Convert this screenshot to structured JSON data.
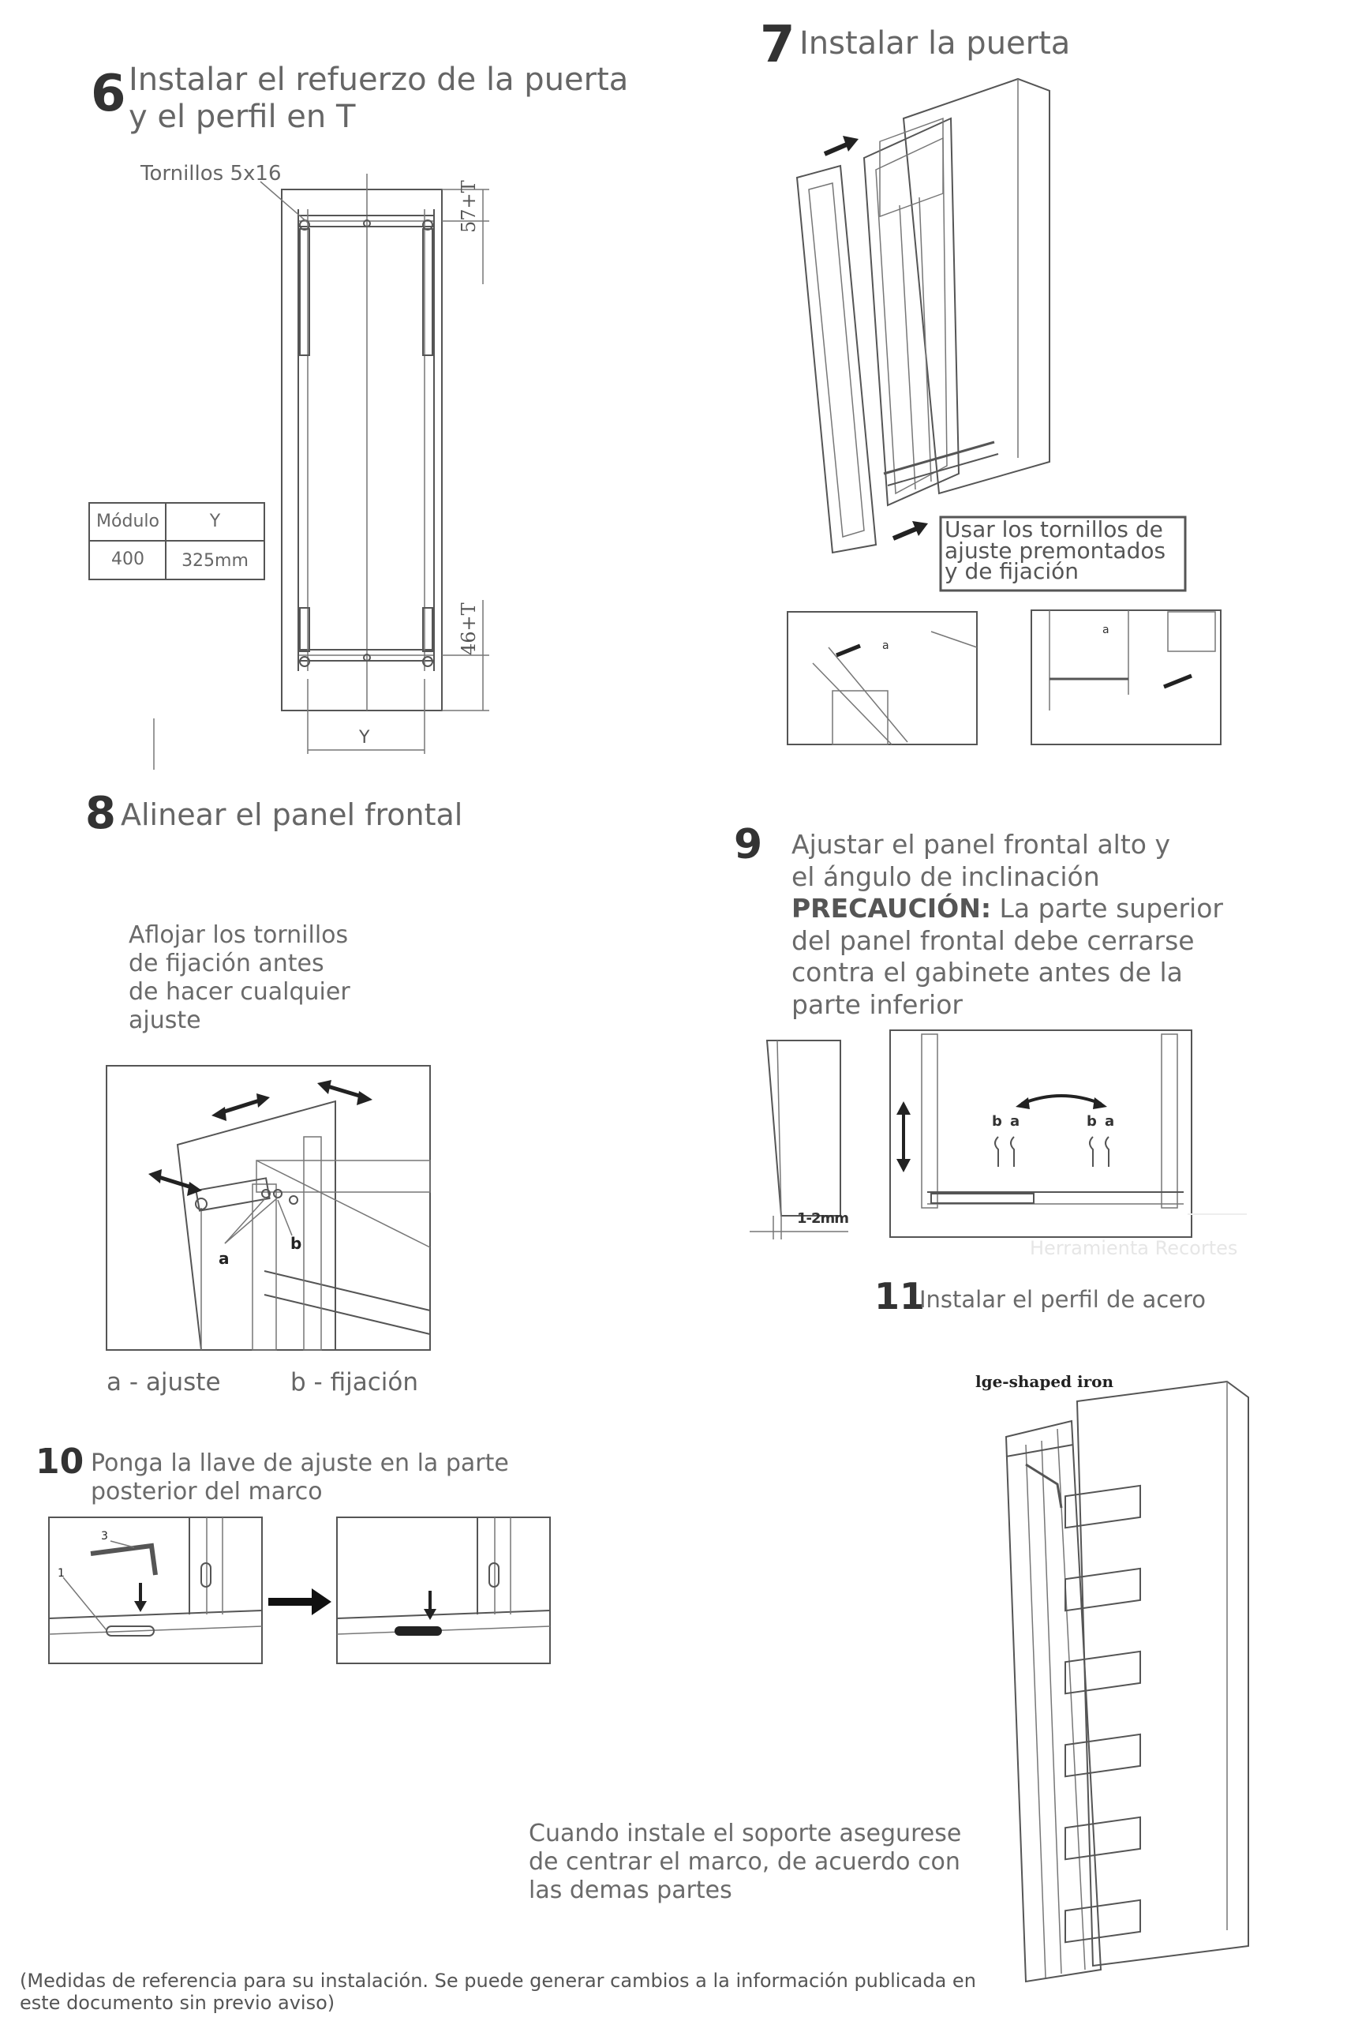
{
  "step6": {
    "number": "6",
    "title_line1": "Instalar el refuerzo de la puerta",
    "title_line2": "y  el perfil en T",
    "screw_label": "Tornillos 5x16",
    "dim_top": "57+T",
    "dim_bottom": "46+T",
    "dim_width": "Y",
    "table": {
      "headers": [
        "Módulo",
        "Y"
      ],
      "rows": [
        [
          "400",
          "325mm"
        ]
      ]
    }
  },
  "step7": {
    "number": "7",
    "title": "Instalar la puerta",
    "callout_line1": "Usar los tornillos de",
    "callout_line2": "ajuste premontados",
    "callout_line3": "y de fijación",
    "label_a": "a"
  },
  "step8": {
    "number": "8",
    "title": "Alinear el panel frontal",
    "note_lines": [
      "Aflojar los tornillos",
      "de fijación antes",
      "de hacer cualquier",
      "ajuste"
    ],
    "label_a": "a",
    "label_b": "b",
    "legend_a": "a - ajuste",
    "legend_b": "b - fijación"
  },
  "step9": {
    "number": "9",
    "line1": "Ajustar el panel frontal alto y",
    "line2": "el ángulo de inclinación",
    "caution_label": "PRECAUCIÓN:",
    "caution_rest": " La parte superior",
    "line4": "del panel frontal debe cerrarse",
    "line5": "contra el gabinete antes de la",
    "line6": "parte inferior",
    "gap_label": "1-2mm",
    "label_b": "b",
    "label_a": "a",
    "watermark": "Herramienta Recortes"
  },
  "step10": {
    "number": "10",
    "title_line1": "Ponga la llave de ajuste en la parte",
    "title_line2": "posterior del marco",
    "label_1": "1",
    "label_3": "3"
  },
  "step11": {
    "number": "11",
    "title": "Instalar el perfil de acero",
    "diagram_label": "lge-shaped iron",
    "note_lines": [
      "Cuando instale el soporte asegurese",
      "de centrar el marco, de acuerdo con",
      "las demas partes"
    ]
  },
  "footer": {
    "line1": "(Medidas de referencia para su instalación. Se puede generar cambios a la información publicada en",
    "line2": "este documento sin previo aviso)"
  }
}
